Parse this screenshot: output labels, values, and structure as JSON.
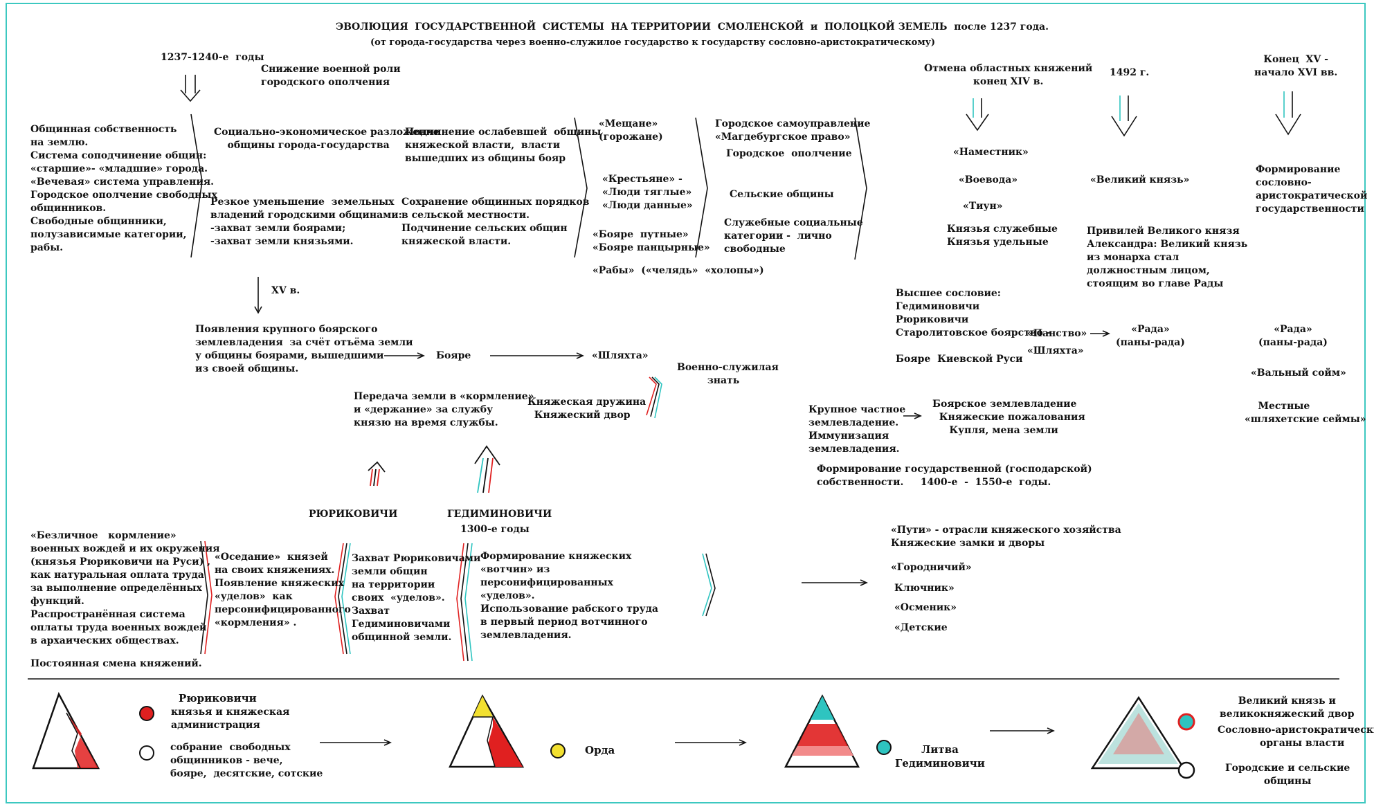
{
  "header": {
    "title": "ЭВОЛЮЦИЯ  ГОСУДАРСТВЕННОЙ  СИСТЕМЫ  НА ТЕРРИТОРИИ  СМОЛЕНСКОЙ  и  ПОЛОЦКОЙ ЗЕМЕЛЬ  после 1237 года.",
    "subtitle": "(от города-государства через военно-служилое государство к государству сословно-аристократическому)"
  },
  "top": {
    "date_1237": "1237-1240-е  годы",
    "militia": "Снижение военной роли\nгородского ополчения",
    "abolition": "Отмена областных княжений\nконец XIV в.",
    "y1492": "1492 г.",
    "late15": "Конец  XV -\nначало XVI вв."
  },
  "row1": {
    "community": "Общинная собственность\nна землю.\nСистема соподчинение общин:\n«старшие»- «младшие» города.\n«Вечевая» система управления.\nГородское ополчение свободных\nобщинников.\nСвободные общинники,\nполузависимые категории,\nрабы.",
    "decay": "Социально-экономическое разложение\n    общины города-государства",
    "reduction": "Резкое уменьшение  земельных\nвладений городскими общинами:\n-захват земли боярами;\n-захват земли князьями.",
    "subordination": "Подчинение ослабевшей  общины\nкняжеской власти,  власти\nвышедших из общины бояр",
    "preservation": "Сохранение общинных порядков\nв сельской местности.\nПодчинение сельских общин\nкняжеской власти.",
    "meshchane": "«Мещане»\n(горожане)",
    "peasants": "«Крестьяне» -\n«Люди тяглые»\n«Люди данные»",
    "boyars_put": "«Бояре  путные»\n«Бояре панцырные»",
    "slaves": "«Рабы»  («челядь»  «холопы»)",
    "self_gov": "Городское самоуправление\n«Магдебургское право»",
    "city_militia": "Городское  ополчение",
    "rural": "Сельские общины",
    "service": "Служебные социальные\nкатегории -  лично\nсвободные",
    "namestnik": "«Наместник»",
    "voevoda": "«Воевода»",
    "tiun": "«Тиун»",
    "service_princes": "Князья служебные\nКнязья удельные",
    "grand_prince": "«Великий князь»",
    "privilege": "Привилей Великого князя\nАлександра: Великий князь\nиз монарха стал\nдолжностным лицом,\nстоящим во главе Рады",
    "estate_state": "Формирование\nсословно-\nаристократической\nгосударственности"
  },
  "row2": {
    "xv": "XV в.",
    "large_boyar": "Появления крупного боярского\nземлевладения  за счёт отъёма земли\nу общины боярами, вышедшими\nиз своей общины.",
    "boyare": "Бояре",
    "shlyakhta": "«Шляхта»",
    "military_nobility": "Военно-служилая\n         знать",
    "transfer": "Передача земли в «кормление»\nи «держание» за службу\nкнязю на время службы.",
    "druzhina": "Княжеская дружина\n  Княжеский двор",
    "higher_estate": "Высшее сословие:\nГедиминовичи\nРюриковичи\nСтаролитовское боярство -\n\nБояре  Киевской Руси",
    "panstvo": "«Панство»",
    "shlyakhta2": "«Шляхта»",
    "rada1": "«Рада»\n(паны-рада)",
    "rada2": "«Рада»\n(паны-рада)",
    "valny": "«Вальный сойм»",
    "local": "    Местные\n«шляхетские сеймы»",
    "private": "Крупное частное\nземлевладение.\nИммунизация\nземлевладения.",
    "boyar_land": "Боярское землевладение\n  Княжеские пожалования\n     Купля, мена земли",
    "state_property": "Формирование государственной (господарской)\nсобственности.     1400-е  -  1550-е  годы."
  },
  "row3": {
    "rurikovichi": "РЮРИКОВИЧИ",
    "gediminovichi": "ГЕДИМИНОВИЧИ",
    "y1300": "1300-е годы",
    "kormlenie": "«Безличное   кормление»\nвоенных вождей и их окружения\n(князья Рюриковичи на Руси) ,\nкак натуральная оплата труда\nза выполнение определённых\nфункций.\nРаспространённая система\nоплаты труда военных вождей\nв архаических обществах.",
    "change": "Постоянная смена княжений.",
    "settling": "«Оседание»  князей\nна своих княжениях.\nПоявление княжеских\n«уделов»  как\nперсонифицированного\n«кормления» .",
    "seizure": "Захват Рюриковичами\nземли общин\nна территории\nсвоих  «уделов».\nЗахват\nГедиминовичами\nобщинной земли.",
    "votchiny": "Формирование княжеских\n«вотчин» из\nперсонифицированных\n«уделов».\nИспользование рабского труда\nв первый период вотчинного\nземлевладения.",
    "ways": "«Пути» - отрасли княжеского хозяйства\nКняжеские замки и дворы",
    "gorodnichy": "«Городничий»",
    "klyuchnik": "Ключник»",
    "osmenik": "«Осменик»",
    "detskie": "«Детские"
  },
  "legend": {
    "rurikovichi_title": "Рюриковичи",
    "rurikovichi_desc": "князья и княжеская\nадминистрация",
    "assembly": "собрание  свободных\nобщинников - вече,\nбояре,  десятские, сотские",
    "horde": "Орда",
    "litva": "Литва\nГедиминовичи",
    "grand_court": "Великий князь и\nвеликокняжеский двор",
    "estate_organs": "Сословно-аристократические\nорганы власти",
    "communities": "Городские и сельские\nобщины"
  },
  "colors": {
    "teal": "#2ec4c0",
    "red": "#e02020",
    "yellow": "#f2e030",
    "frame": "#3cc8c0"
  }
}
